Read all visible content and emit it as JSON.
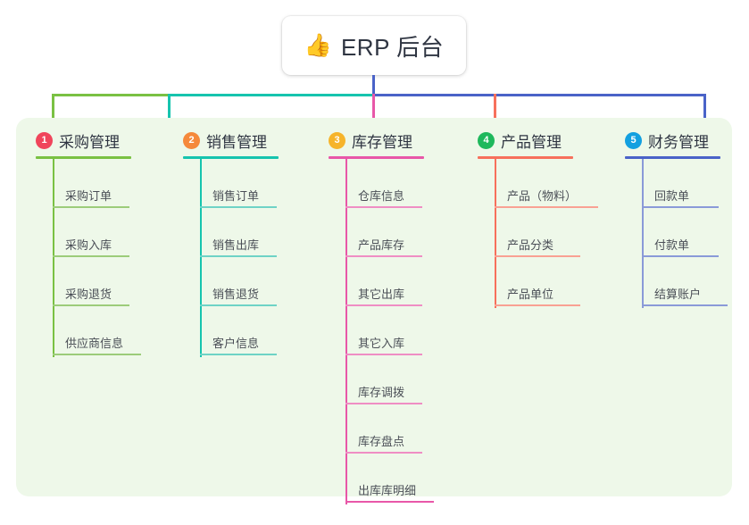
{
  "diagram": {
    "type": "mind-map",
    "root": {
      "icon": "thumbs-up-icon",
      "emoji": "👍",
      "title": "ERP 后台"
    },
    "panel_background": "#eef8e9",
    "branches": [
      {
        "number": "1",
        "title": "采购管理",
        "badge_color": "#f0455b",
        "line_color": "#7ac143",
        "items": [
          "采购订单",
          "采购入库",
          "采购退货",
          "供应商信息"
        ]
      },
      {
        "number": "2",
        "title": "销售管理",
        "badge_color": "#f5893b",
        "line_color": "#16c4ae",
        "items": [
          "销售订单",
          "销售出库",
          "销售退货",
          "客户信息"
        ]
      },
      {
        "number": "3",
        "title": "库存管理",
        "badge_color": "#f6b42b",
        "line_color": "#e857a8",
        "items": [
          "仓库信息",
          "产品库存",
          "其它出库",
          "其它入库",
          "库存调拨",
          "库存盘点",
          "出库库明细"
        ]
      },
      {
        "number": "4",
        "title": "产品管理",
        "badge_color": "#1eb85c",
        "line_color": "#f7705c",
        "items": [
          "产品（物料）",
          "产品分类",
          "产品单位"
        ]
      },
      {
        "number": "5",
        "title": "财务管理",
        "badge_color": "#13a0e0",
        "line_color": "#4a63c8",
        "items": [
          "回款单",
          "付款单",
          "结算账户"
        ]
      }
    ],
    "connector_colors": {
      "stem": "#4a63c8",
      "bar_left": "#7ac143",
      "bar_mid": "#16c4ae",
      "bar_right": "#4a63c8"
    }
  }
}
